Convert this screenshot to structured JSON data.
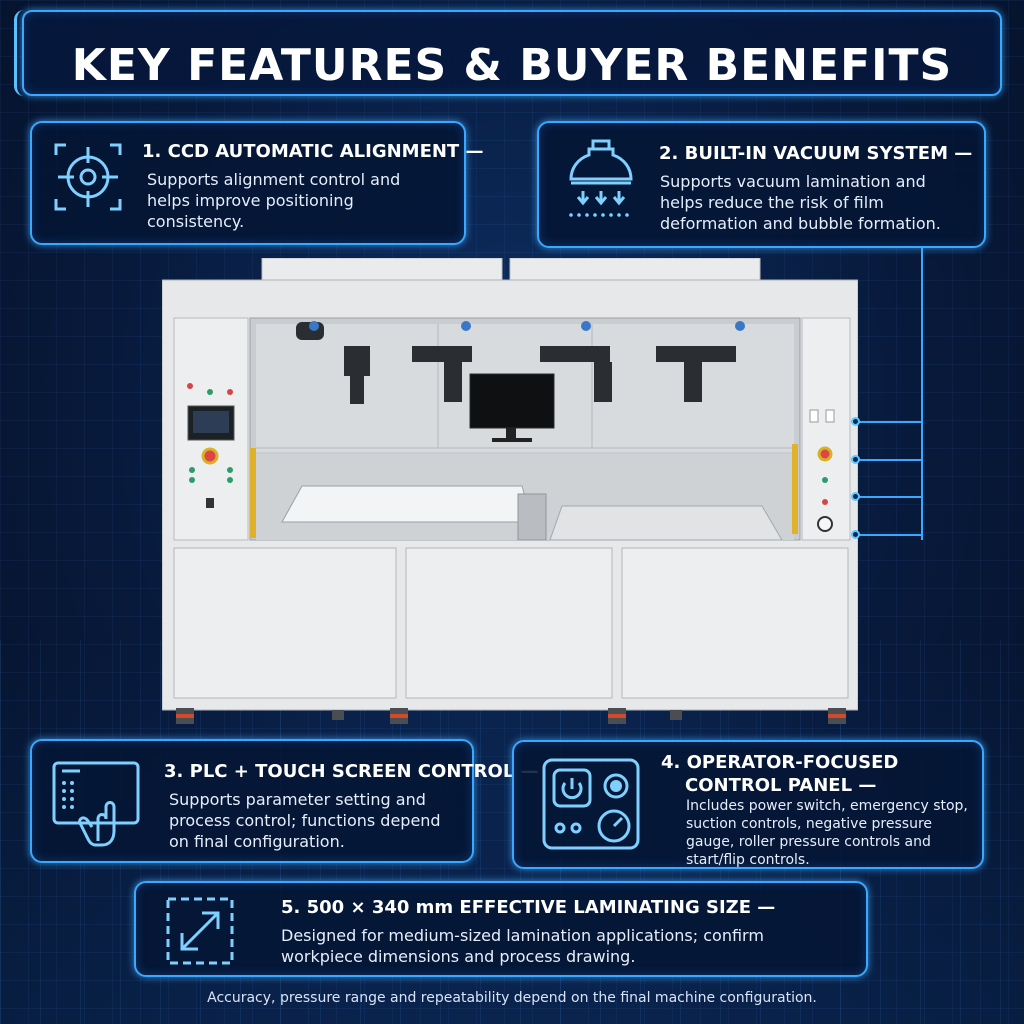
{
  "title": "KEY FEATURES & BUYER BENEFITS",
  "features": [
    {
      "title": "1. CCD AUTOMATIC ALIGNMENT —",
      "description": "Supports alignment control and helps improve positioning consistency.",
      "icon": "crosshair-target-icon"
    },
    {
      "title": "2. BUILT-IN VACUUM SYSTEM —",
      "description": "Supports vacuum lamination and helps reduce the risk of film deformation and bubble formation.",
      "icon": "vacuum-hood-icon"
    },
    {
      "title": "3. PLC + TOUCH SCREEN CONTROL —",
      "description": "Supports parameter setting and process control; functions depend on final configuration.",
      "icon": "touch-screen-icon"
    },
    {
      "title_line1": "4. OPERATOR-FOCUSED",
      "title_line2": "CONTROL PANEL —",
      "description": "Includes power switch, emergency stop, suction controls, negative pressure gauge, roller pressure controls and start/flip controls.",
      "icon": "control-panel-icon"
    },
    {
      "title": "5. 500 × 340 mm EFFECTIVE LAMINATING SIZE —",
      "description": "Designed for medium-sized lamination applications; confirm workpiece dimensions and process drawing.",
      "icon": "resize-diagonal-icon"
    }
  ],
  "footer": "Accuracy, pressure range and repeatability depend on the final machine configuration.",
  "colors": {
    "accent": "#3aa8ff",
    "background": "#081a3c",
    "machine_body": "#e4e6e8"
  }
}
